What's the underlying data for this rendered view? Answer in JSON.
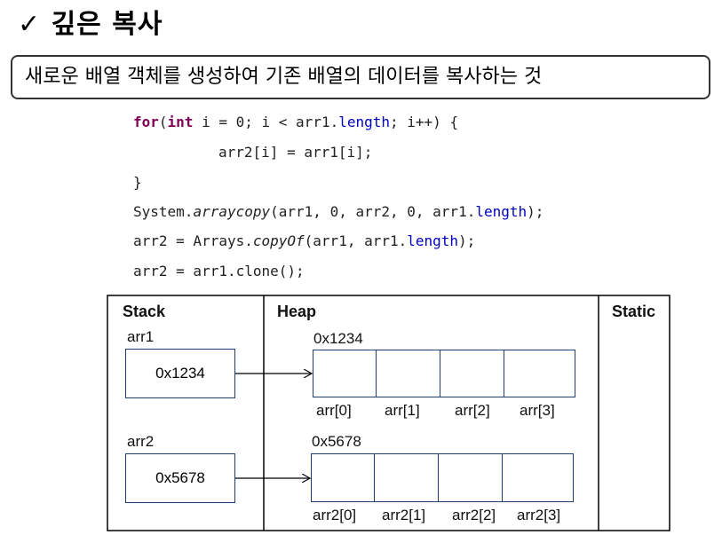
{
  "title": "✓ 깊은 복사",
  "definition": "새로운 배열 객체를 생성하여 기존 배열의 데이터를 복사하는 것",
  "code": {
    "line1": {
      "kw_for": "for",
      "p1": "(",
      "kw_int": "int",
      "p2": " i = 0; i < arr1.",
      "fld": "length",
      "p3": "; i++) {"
    },
    "line2": {
      "text": "arr2[i] = arr1[i];"
    },
    "line3": {
      "text": "}"
    },
    "line4": {
      "p1": "System.",
      "method": "arraycopy",
      "p2": "(arr1, 0, arr2, 0, arr1.",
      "fld": "length",
      "p3": ");"
    },
    "line5": {
      "p1": "arr2 = Arrays.",
      "method": "copyOf",
      "p2": "(arr1, arr1.",
      "fld": "length",
      "p3": ");"
    },
    "line6": {
      "text": "arr2 = arr1.clone();"
    }
  },
  "memory": {
    "stack_label": "Stack",
    "heap_label": "Heap",
    "static_label": "Static",
    "arr1": {
      "name": "arr1",
      "ref_value": "0x1234",
      "heap_address": "0x1234",
      "elements": [
        "arr[0]",
        "arr[1]",
        "arr[2]",
        "arr[3]"
      ]
    },
    "arr2": {
      "name": "arr2",
      "ref_value": "0x5678",
      "heap_address": "0x5678",
      "elements": [
        "arr2[0]",
        "arr2[1]",
        "arr2[2]",
        "arr2[3]"
      ]
    }
  }
}
